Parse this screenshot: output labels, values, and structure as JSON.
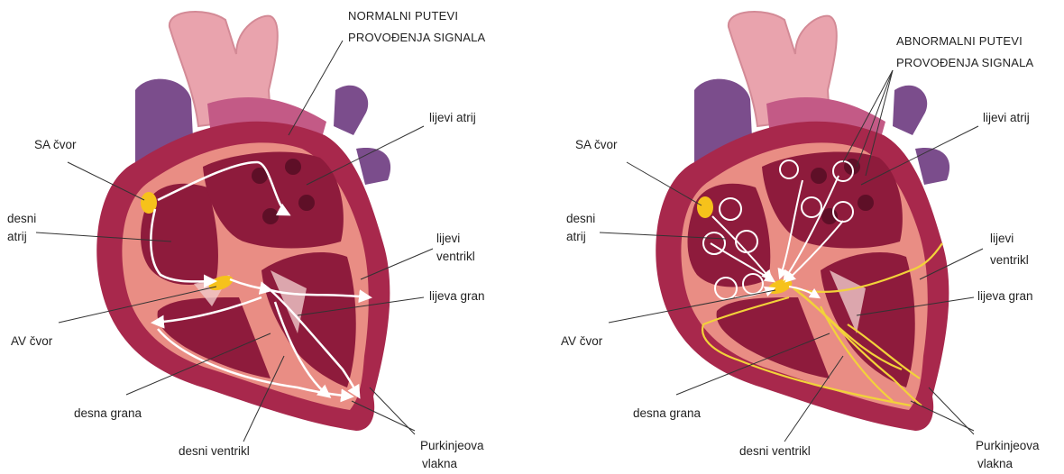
{
  "diagrams": [
    {
      "heading_line1": "NORMALNI PUTEVI",
      "heading_line2": "PROVOĐENJA SIGNALA",
      "labels": {
        "sa_node": "SA čvor",
        "right_atrium_1": "desni",
        "right_atrium_2": "atrij",
        "av_node": "AV čvor",
        "right_bundle": "desna grana",
        "right_ventricle": "desni ventrikl",
        "left_atrium": "lijevi atrij",
        "left_ventricle_1": "lijevi",
        "left_ventricle_2": "ventrikl",
        "left_bundle": "lijeva gran",
        "purkinje_1": "Purkinjeova",
        "purkinje_2": "vlakna"
      }
    },
    {
      "heading_line1": "ABNORMALNI PUTEVI",
      "heading_line2": "PROVOĐENJA SIGNALA",
      "labels": {
        "sa_node": "SA čvor",
        "right_atrium_1": "desni",
        "right_atrium_2": "atrij",
        "av_node": "AV čvor",
        "right_bundle": "desna grana",
        "right_ventricle": "desni ventrikl",
        "left_atrium": "lijevi atrij",
        "left_ventricle_1": "lijevi",
        "left_ventricle_2": "ventrikl",
        "left_bundle": "lijeva gran",
        "purkinje_1": "Purkinjeova",
        "purkinje_2": "vlakna"
      }
    }
  ],
  "colors": {
    "aorta": "#e9a3ad",
    "vein": "#7b4d8c",
    "myocardium": "#a8284c",
    "wall_light": "#e98d84",
    "chamber": "#8e1b3c",
    "sa_av_node": "#f6c21b",
    "pathway_normal": "#ffffff",
    "pathway_abnormal": "#f2d23a"
  }
}
